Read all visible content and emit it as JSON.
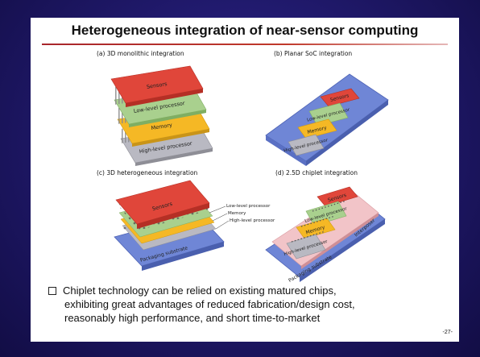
{
  "slide": {
    "title": "Heterogeneous integration of near-sensor computing",
    "page_number": "-27-"
  },
  "panels": {
    "a": {
      "label": "(a) 3D monolithic integration",
      "layers": [
        "Sensors",
        "Low-level processor",
        "Memory",
        "High-level processor"
      ]
    },
    "b": {
      "label": "(b) Planar SoC integration",
      "blocks": [
        "Sensors",
        "Low-level processor",
        "Memory",
        "High-level processor"
      ]
    },
    "c": {
      "label": "(c) 3D heterogeneous integration",
      "top": "Sensors",
      "callouts": [
        "Low-level processor",
        "Memory",
        "High-level processor"
      ],
      "substrate": "Packaging substrate"
    },
    "d": {
      "label": "(d) 2.5D chiplet integration",
      "blocks": [
        "Sensors",
        "Low-level processor",
        "Memory",
        "High-level processor"
      ],
      "interposer": "Interposer",
      "substrate": "Packaging substrate"
    }
  },
  "bullet": {
    "lines": [
      "Chiplet technology can be relied on existing matured chips,",
      "exhibiting great advantages of reduced fabrication/design cost,",
      "reasonably high performance, and short time-to-market"
    ]
  },
  "colors": {
    "sensor_red": "#e0463a",
    "lowlevel_green": "#a9d08e",
    "memory_yellow": "#f5b825",
    "highlevel_gray": "#b9b9c2",
    "substrate_blue": "#6f86d6",
    "interposer_pink": "#f2c4c8",
    "title_rule_red": "#a8262c"
  }
}
